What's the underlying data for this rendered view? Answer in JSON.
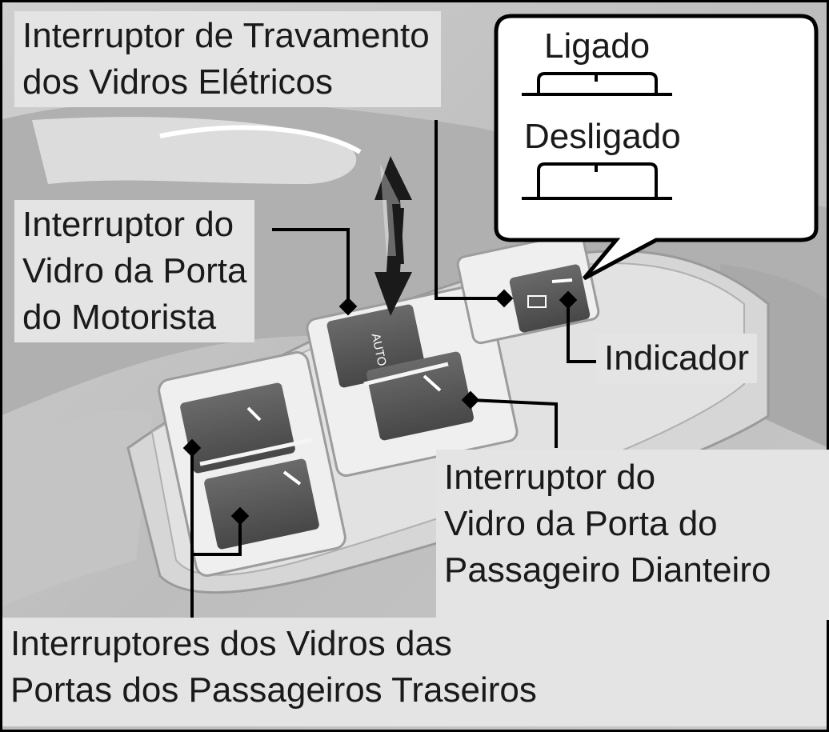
{
  "labels": {
    "lock_switch": [
      "Interruptor de Travamento",
      "dos Vidros Elétricos"
    ],
    "driver_switch": [
      "Interruptor do",
      "Vidro da Porta",
      "do Motorista"
    ],
    "indicator": "Indicador",
    "front_passenger_switch": [
      "Interruptor do",
      "Vidro da Porta do",
      "Passageiro Dianteiro"
    ],
    "rear_passenger_switches": [
      "Interruptores dos Vidros das",
      "Portas dos Passageiros Traseiros"
    ]
  },
  "callout": {
    "on_label": "Ligado",
    "off_label": "Desligado"
  },
  "switch_text": {
    "auto": "AUTO"
  },
  "colors": {
    "panel_light": "#d8d8d8",
    "panel_dark": "#555555",
    "label_bg": "#e4e4e4",
    "line": "#000000"
  }
}
